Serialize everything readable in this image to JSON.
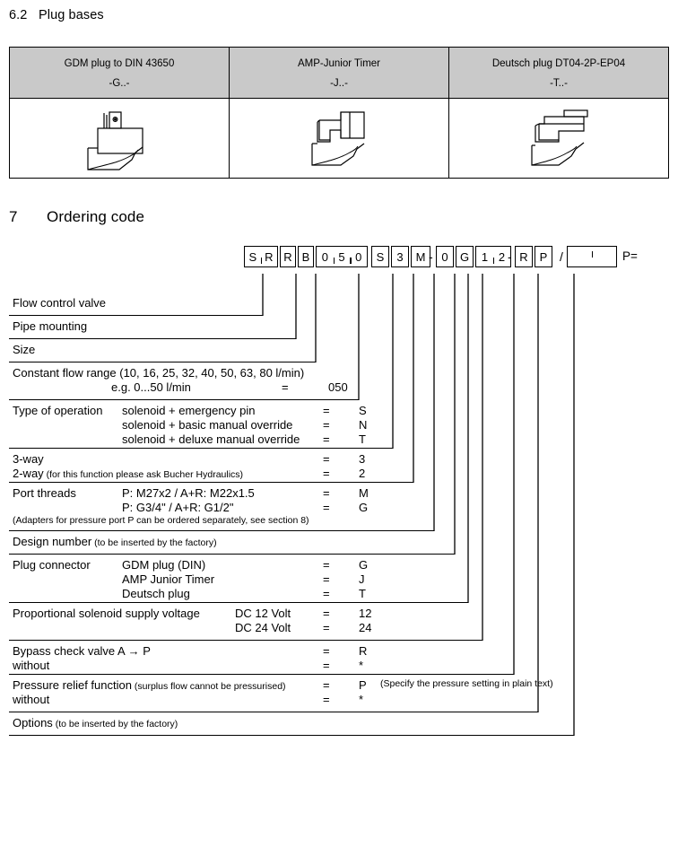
{
  "sections": {
    "plug_bases": {
      "number": "6.2",
      "title": "Plug bases"
    },
    "ordering_code": {
      "number": "7",
      "title": "Ordering code"
    }
  },
  "plug_table": {
    "columns": [
      {
        "name": "GDM plug to DIN 43650",
        "code": "-G..-",
        "icon": "gdm-plug-icon"
      },
      {
        "name": "AMP-Junior Timer",
        "code": "-J..-",
        "icon": "amp-junior-timer-icon"
      },
      {
        "name": "Deutsch plug DT04-2P-EP04",
        "code": "-T..-",
        "icon": "deutsch-plug-icon"
      }
    ],
    "header_bg": "#c9c9c9"
  },
  "code_string": {
    "boxes": [
      {
        "id": "b1",
        "chars": [
          "S",
          "R"
        ]
      },
      {
        "id": "b2",
        "chars": [
          "R"
        ]
      },
      {
        "id": "b3",
        "chars": [
          "B"
        ]
      },
      {
        "id": "b4",
        "chars": [
          "0",
          "5",
          "0"
        ]
      },
      {
        "id": "b5",
        "chars": [
          "S"
        ]
      },
      {
        "id": "b6",
        "chars": [
          "3"
        ]
      },
      {
        "id": "b7",
        "chars": [
          "M"
        ]
      },
      {
        "id": "b8",
        "chars": [
          "0"
        ]
      },
      {
        "id": "b9",
        "chars": [
          "G"
        ]
      },
      {
        "id": "b10",
        "chars": [
          "1",
          "2"
        ]
      },
      {
        "id": "b11",
        "chars": [
          "R"
        ]
      },
      {
        "id": "b12",
        "chars": [
          "P"
        ]
      },
      {
        "id": "b13",
        "chars": [
          "",
          ""
        ]
      }
    ],
    "separator_1": "-",
    "separator_2": "-",
    "separator_3": "/",
    "tail": "P="
  },
  "rows": [
    {
      "key": "flow-control-valve",
      "lines": [
        {
          "label": "Flow control valve"
        }
      ]
    },
    {
      "key": "pipe-mounting",
      "lines": [
        {
          "label": "Pipe mounting"
        }
      ]
    },
    {
      "key": "size",
      "lines": [
        {
          "label": "Size"
        }
      ]
    },
    {
      "key": "constant-flow-range",
      "lines": [
        {
          "label": "Constant flow range (10, 16, 25, 32, 40, 50, 63, 80 l/min)"
        },
        {
          "label": "",
          "desc": "e.g. 0...50 l/min",
          "eq": "=",
          "code": "050"
        }
      ]
    },
    {
      "key": "type-of-operation",
      "lines": [
        {
          "label": "Type of operation",
          "desc": "solenoid + emergency pin",
          "eq": "=",
          "code": "S"
        },
        {
          "label": "",
          "desc": "solenoid + basic manual override",
          "eq": "=",
          "code": "N"
        },
        {
          "label": "",
          "desc": "solenoid + deluxe manual override",
          "eq": "=",
          "code": "T"
        }
      ]
    },
    {
      "key": "way-function",
      "lines": [
        {
          "label": "3-way",
          "eq": "=",
          "code": "3"
        },
        {
          "label": "2-way",
          "note": "(for this function please ask Bucher Hydraulics)",
          "eq": "=",
          "code": "2"
        }
      ]
    },
    {
      "key": "port-threads",
      "lines": [
        {
          "label": "Port threads",
          "desc": "P: M27x2 / A+R: M22x1.5",
          "eq": "=",
          "code": "M"
        },
        {
          "label": "",
          "desc": "P: G3/4\" / A+R: G1/2\"",
          "eq": "=",
          "code": "G"
        },
        {
          "label": "",
          "note": "(Adapters for pressure port P can be ordered separately, see section 8)"
        }
      ]
    },
    {
      "key": "design-number",
      "lines": [
        {
          "label": "Design number",
          "note": "(to be inserted by the factory)"
        }
      ]
    },
    {
      "key": "plug-connector",
      "lines": [
        {
          "label": "Plug connector",
          "desc": "GDM plug (DIN)",
          "eq": "=",
          "code": "G"
        },
        {
          "label": "",
          "desc": "AMP Junior Timer",
          "eq": "=",
          "code": "J"
        },
        {
          "label": "",
          "desc": "Deutsch plug",
          "eq": "=",
          "code": "T"
        }
      ]
    },
    {
      "key": "supply-voltage",
      "lines": [
        {
          "label": "Proportional solenoid supply voltage",
          "desc": "DC 12 Volt",
          "eq": "=",
          "code": "12"
        },
        {
          "label": "",
          "desc": "DC 24 Volt",
          "eq": "=",
          "code": "24"
        }
      ]
    },
    {
      "key": "bypass-check-valve",
      "lines": [
        {
          "label": "Bypass check valve A → P",
          "eq": "=",
          "code": "R"
        },
        {
          "label": "without",
          "eq": "=",
          "code": "*"
        }
      ]
    },
    {
      "key": "pressure-relief-function",
      "lines": [
        {
          "label": "Pressure relief function",
          "note": "(surplus flow cannot be pressurised)",
          "eq": "=",
          "code": "P",
          "trailing_note": "(Specify the pressure setting in plain text)"
        },
        {
          "label": "without",
          "eq": "=",
          "code": "*"
        }
      ]
    },
    {
      "key": "options",
      "lines": [
        {
          "label": "Options",
          "note": "(to be inserted by the factory)"
        }
      ]
    }
  ]
}
